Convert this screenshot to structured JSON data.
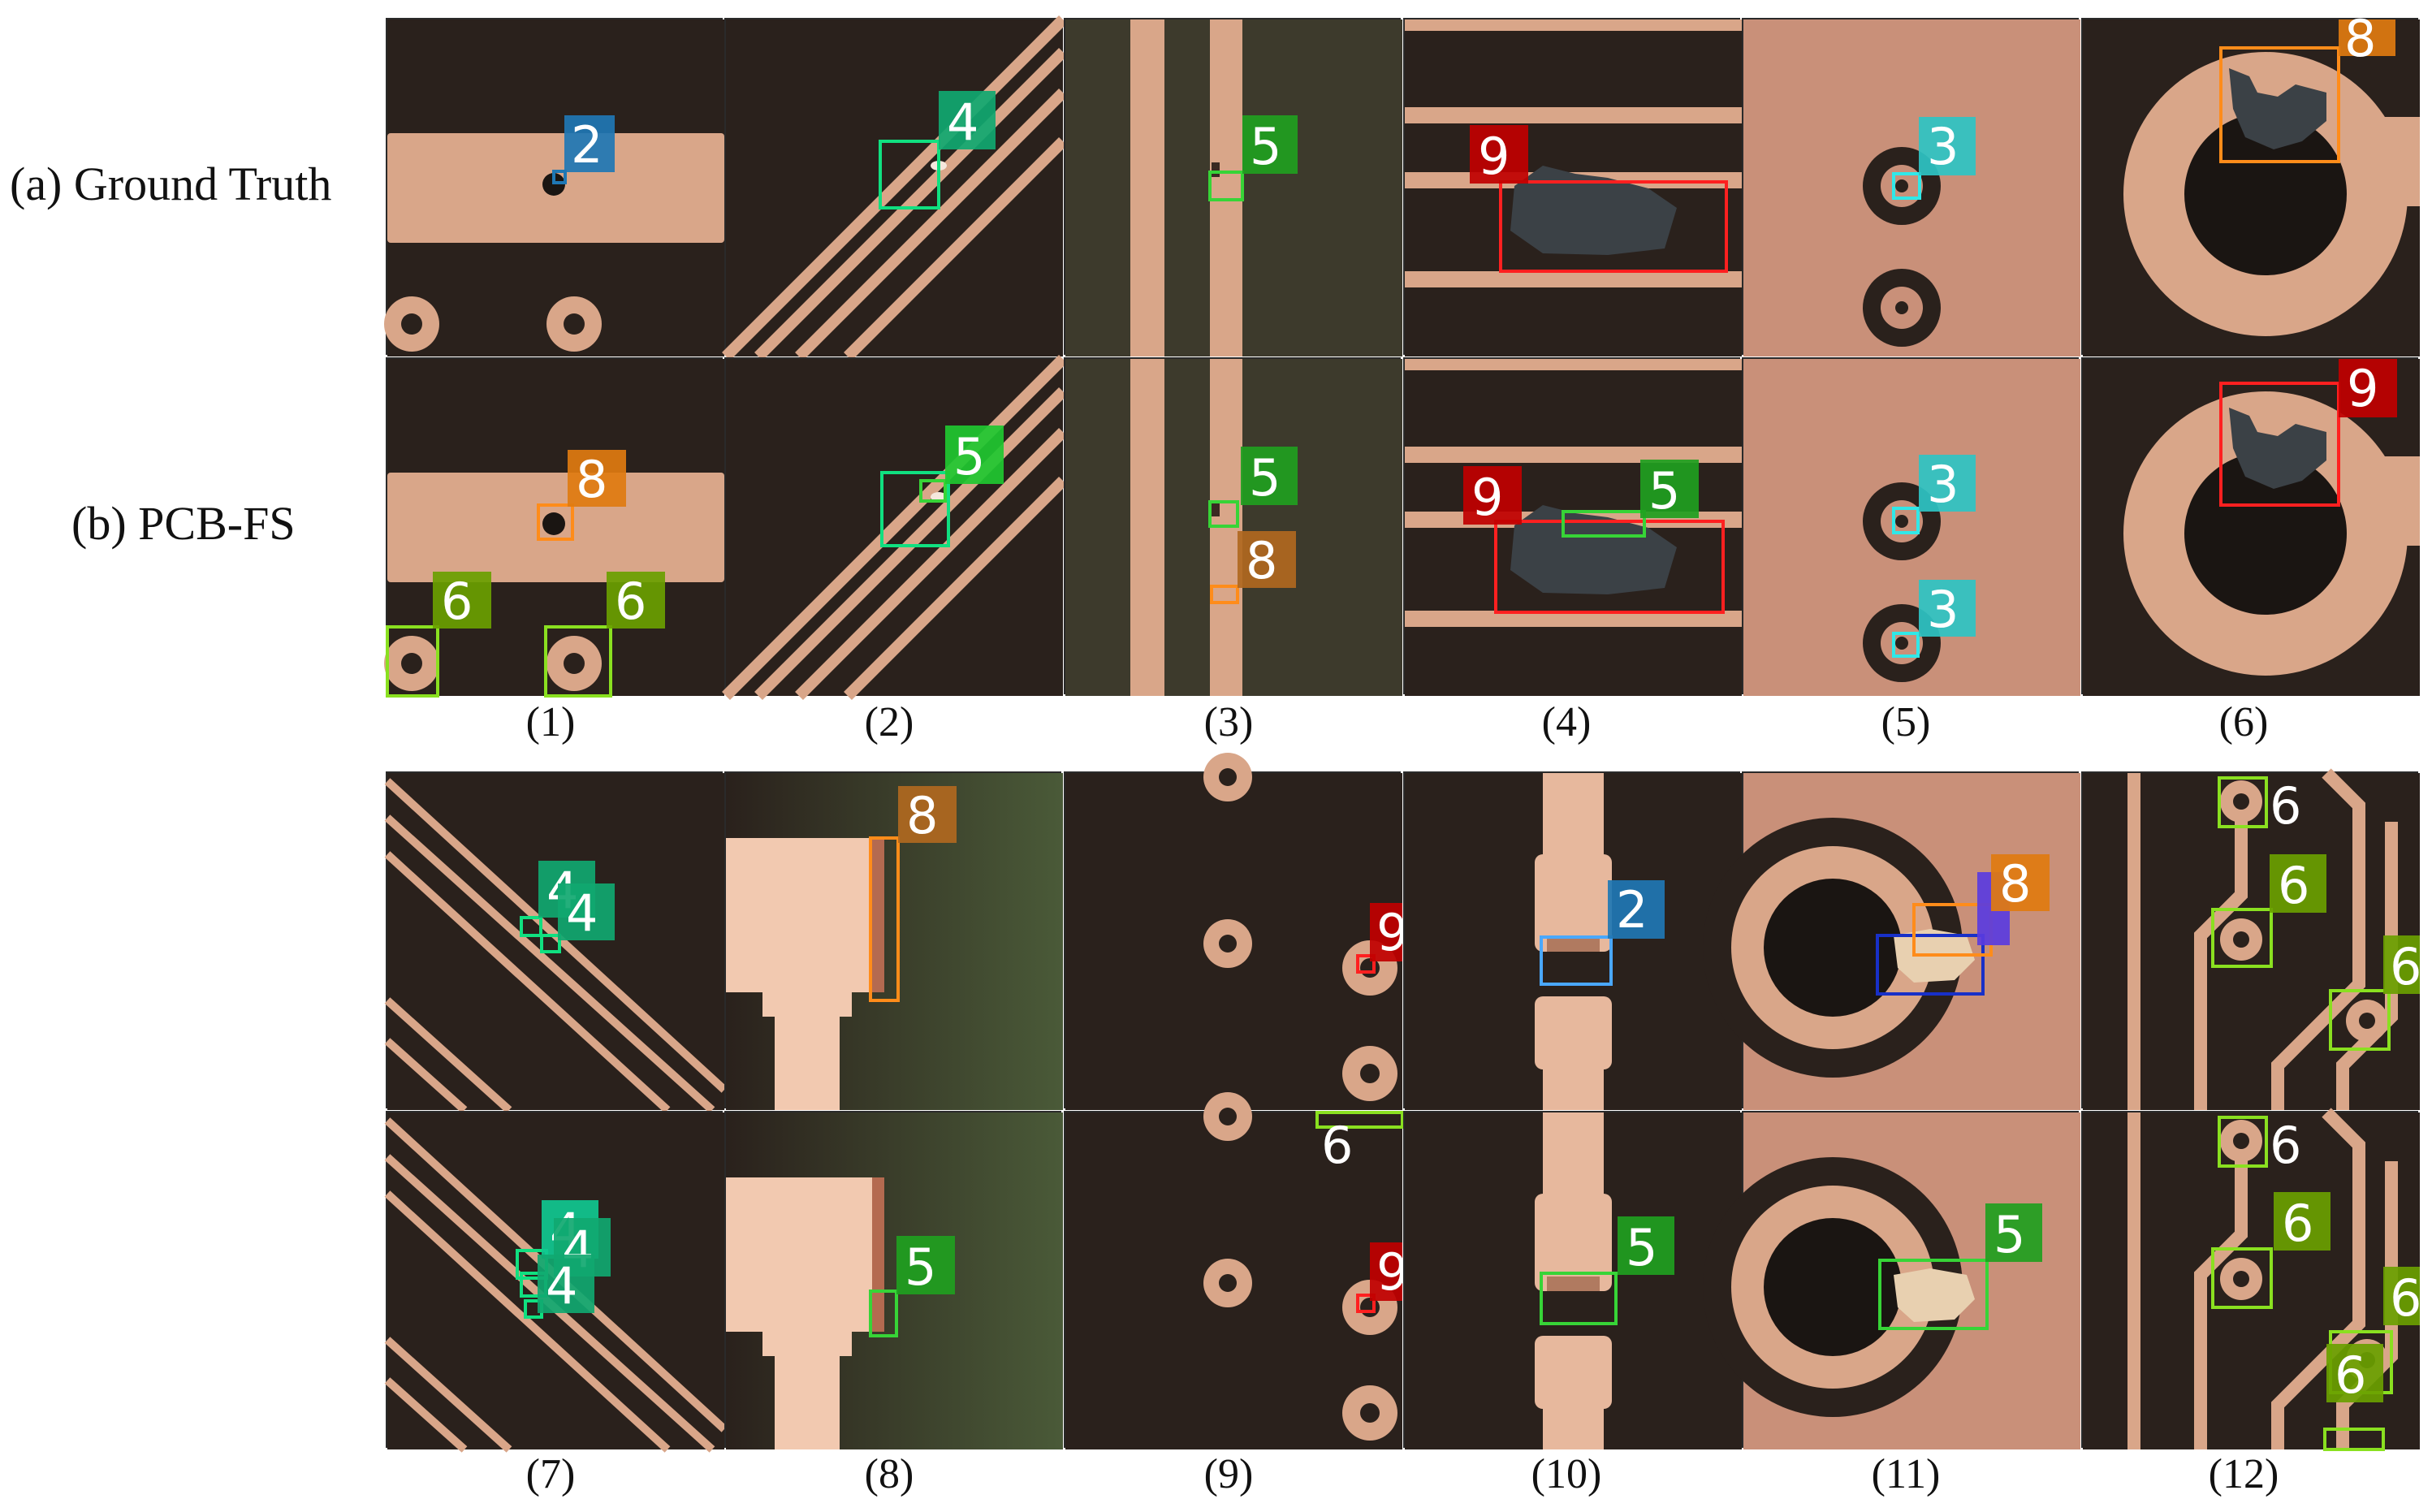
{
  "row_labels": {
    "ground_truth": "(a)  Ground Truth",
    "pcb_fs": "(b) PCB-FS"
  },
  "colors": {
    "class_2": "#1f77b4",
    "class_3": "#2ec4c4",
    "class_4": "#10a870",
    "class_5": "#1fa01f",
    "class_6": "#6aa000",
    "class_8": "#e07b10",
    "class_9": "#c00000",
    "class_purple": "#5a3ce0",
    "class_blue": "#1830c8",
    "copper": "#d9a689",
    "copper_light": "#f2c9b0",
    "board_dark": "#2a211c",
    "board_green": "#3d3a2c"
  },
  "columns": [
    {
      "caption": "(1)",
      "gt_labels": [
        "2"
      ],
      "pred_labels": [
        "8",
        "6",
        "6"
      ]
    },
    {
      "caption": "(2)",
      "gt_labels": [
        "4"
      ],
      "pred_labels": [
        "5"
      ]
    },
    {
      "caption": "(3)",
      "gt_labels": [
        "5"
      ],
      "pred_labels": [
        "5",
        "8"
      ]
    },
    {
      "caption": "(4)",
      "gt_labels": [
        "9"
      ],
      "pred_labels": [
        "9",
        "5"
      ]
    },
    {
      "caption": "(5)",
      "gt_labels": [
        "3"
      ],
      "pred_labels": [
        "3",
        "3"
      ]
    },
    {
      "caption": "(6)",
      "gt_labels": [
        "8"
      ],
      "pred_labels": [
        "9"
      ]
    },
    {
      "caption": "(7)",
      "gt_labels": [
        "4",
        "4"
      ],
      "pred_labels": [
        "4",
        "4",
        "4"
      ]
    },
    {
      "caption": "(8)",
      "gt_labels": [
        "8"
      ],
      "pred_labels": [
        "5"
      ]
    },
    {
      "caption": "(9)",
      "gt_labels": [
        "9"
      ],
      "pred_labels": [
        "6",
        "9"
      ]
    },
    {
      "caption": "(10)",
      "gt_labels": [
        "2"
      ],
      "pred_labels": [
        "5"
      ]
    },
    {
      "caption": "(11)",
      "gt_labels": [
        "8"
      ],
      "pred_labels": [
        "5"
      ]
    },
    {
      "caption": "(12)",
      "gt_labels": [
        "6",
        "6",
        "6"
      ],
      "pred_labels": [
        "6",
        "6",
        "6",
        "6"
      ]
    }
  ]
}
